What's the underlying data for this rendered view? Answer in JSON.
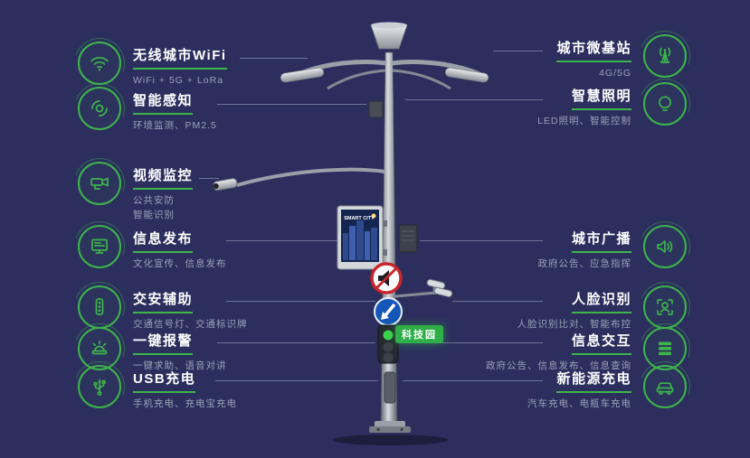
{
  "colors": {
    "accent": "#3cb54a",
    "background": "#2c2f5e",
    "connector": "#a5abc4"
  },
  "features_left": [
    {
      "icon": "wifi-icon",
      "title": "无线城市WiFi",
      "subtitle": "WiFi + 5G + LoRa"
    },
    {
      "icon": "sensor-icon",
      "title": "智能感知",
      "subtitle": "环境监测、PM2.5"
    },
    {
      "icon": "cctv-icon",
      "title": "视频监控",
      "subtitle": "公共安防\n智能识别"
    },
    {
      "icon": "screen-icon",
      "title": "信息发布",
      "subtitle": "文化宣传、信息发布"
    },
    {
      "icon": "traffic-light-icon",
      "title": "交安辅助",
      "subtitle": "交通信号灯、交通标识牌"
    },
    {
      "icon": "alarm-icon",
      "title": "一键报警",
      "subtitle": "一键求助、语音对讲"
    },
    {
      "icon": "usb-icon",
      "title": "USB充电",
      "subtitle": "手机充电、充电宝充电"
    }
  ],
  "features_right": [
    {
      "icon": "antenna-icon",
      "title": "城市微基站",
      "subtitle": "4G/5G"
    },
    {
      "icon": "bulb-icon",
      "title": "智慧照明",
      "subtitle": "LED照明、智能控制"
    },
    {
      "icon": "speaker-icon",
      "title": "城市广播",
      "subtitle": "政府公告、应急指挥"
    },
    {
      "icon": "face-icon",
      "title": "人脸识别",
      "subtitle": "人脸识别比对、智能布控"
    },
    {
      "icon": "layers-icon",
      "title": "信息交互",
      "subtitle": "政府公告、信息发布、信息查询"
    },
    {
      "icon": "car-icon",
      "title": "新能源充电",
      "subtitle": "汽车充电、电瓶车充电"
    }
  ],
  "pole": {
    "screen_title": "SMART CITY",
    "banner_label": "科技园"
  }
}
